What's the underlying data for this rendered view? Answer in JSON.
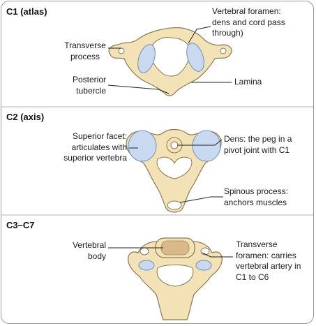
{
  "colors": {
    "bone": "#f3e2b5",
    "bone_outline": "#8a7a55",
    "facet": "#c9daf0",
    "facet_outline": "#6d8fb8",
    "body_core": "#d9b88a",
    "leader": "#222222",
    "border": "#9a9a9a"
  },
  "panels": [
    {
      "heading": "C1 (atlas)",
      "labels": {
        "foramen": [
          "Vertebral foramen:",
          "dens and cord pass",
          "through)"
        ],
        "transverse": [
          "Transverse",
          "process"
        ],
        "tubercle": [
          "Posterior",
          "tubercle"
        ],
        "lamina": [
          "Lamina"
        ]
      }
    },
    {
      "heading": "C2 (axis)",
      "labels": {
        "facet": [
          "Superior facet:",
          "articulates with",
          "superior vertebra"
        ],
        "dens": [
          "Dens: the peg in a",
          "pivot joint with C1"
        ],
        "spinous": [
          "Spinous process:",
          "anchors muscles"
        ]
      }
    },
    {
      "heading": "C3–C7",
      "labels": {
        "body": [
          "Vertebral",
          "body"
        ],
        "foramen": [
          "Transverse",
          "foramen: carries",
          "vertebral artery in",
          "C1 to C6"
        ]
      }
    }
  ]
}
